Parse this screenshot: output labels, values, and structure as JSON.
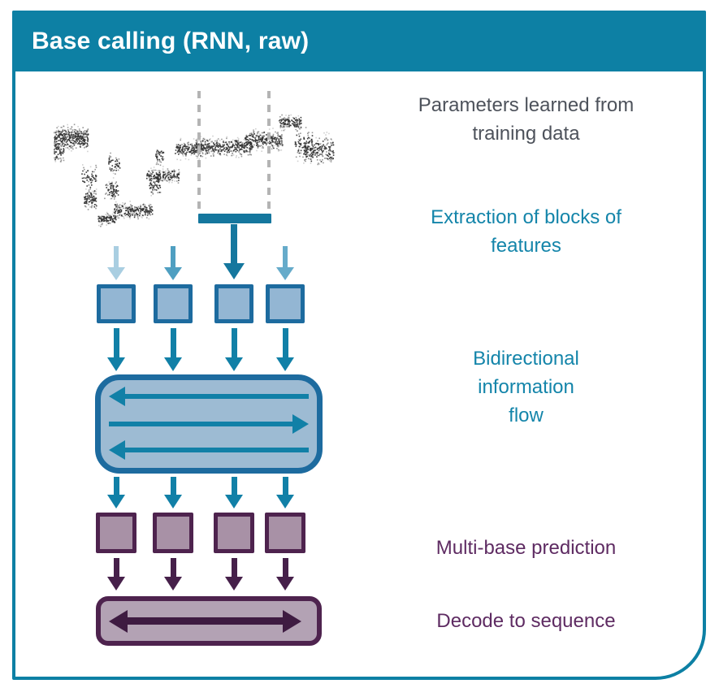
{
  "header": {
    "title": "Base calling (RNN, raw)"
  },
  "labels": {
    "parameters": "Parameters learned from\ntraining data",
    "extraction": "Extraction of blocks of\nfeatures",
    "bidirectional": "Bidirectional\ninformation\nflow",
    "multibase": "Multi-base prediction",
    "decode": "Decode to sequence"
  },
  "colors": {
    "header_teal": "#0d80a4",
    "teal_text": "#1485aa",
    "gray_text": "#4d525b",
    "purple_text": "#5e2b62",
    "bar_teal": "#15779e",
    "arrow_teal": "#1180a7",
    "arrow_light_1": "#a9cee1",
    "arrow_light_2": "#4f9fc1",
    "arrow_light_3": "#66abca",
    "blue_border": "#1d6b9f",
    "blue_fill": "#93b6d3",
    "rnn_fill": "#9dbbd3",
    "purple_border": "#4e234e",
    "purple_fill": "#a891a6",
    "decode_fill": "#b3a2b4",
    "purple_arrow": "#46204a",
    "purple_dark": "#3e1b41",
    "dash_gray": "#b4b4b4",
    "signal_dot": "#1a1a1a"
  },
  "signal_trace": {
    "description": "noisy raw nanopore current signal with stepped levels",
    "segments": [
      [
        66,
        108,
        148,
        190,
        350
      ],
      [
        66,
        78,
        165,
        205,
        60
      ],
      [
        100,
        118,
        195,
        240,
        60
      ],
      [
        103,
        118,
        228,
        262,
        90
      ],
      [
        120,
        142,
        258,
        280,
        110
      ],
      [
        128,
        145,
        215,
        252,
        70
      ],
      [
        133,
        147,
        183,
        220,
        50
      ],
      [
        140,
        187,
        245,
        272,
        220
      ],
      [
        183,
        197,
        200,
        250,
        70
      ],
      [
        180,
        220,
        205,
        226,
        160
      ],
      [
        191,
        201,
        175,
        207,
        40
      ],
      [
        215,
        247,
        168,
        198,
        160
      ],
      [
        240,
        310,
        165,
        196,
        380
      ],
      [
        300,
        347,
        155,
        188,
        260
      ],
      [
        343,
        370,
        138,
        162,
        130
      ],
      [
        362,
        385,
        150,
        205,
        90
      ],
      [
        373,
        410,
        160,
        208,
        200
      ]
    ]
  }
}
